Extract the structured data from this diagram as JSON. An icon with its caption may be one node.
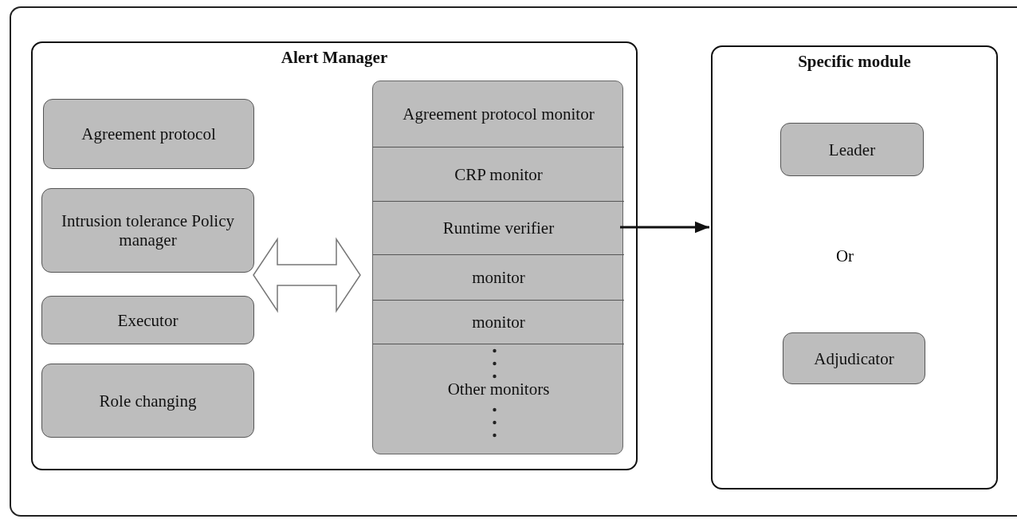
{
  "diagram": {
    "nodes": [
      {
        "text": [],
        "shape": "box"
      },
      {
        "text": [
          "Alert Manager"
        ],
        "in": 0
      },
      {
        "text": [
          "Agreement protocol"
        ],
        "in": 1
      },
      {
        "text": [
          "Intrusion tolerance Policy manager"
        ],
        "in": 1
      },
      {
        "text": [
          "Executor"
        ],
        "in": 1
      },
      {
        "text": [
          "Role changing"
        ],
        "in": 1
      },
      {
        "text": [],
        "shape": "box",
        "in": 1
      },
      {
        "text": [
          "Agreement protocol monitor"
        ],
        "in": 6
      },
      {
        "text": [
          "CRP monitor"
        ],
        "in": 6
      },
      {
        "text": [
          "Runtime verifier"
        ],
        "in": 6
      },
      {
        "text": [
          "monitor"
        ],
        "in": 6
      },
      {
        "text": [
          "monitor"
        ],
        "in": 6
      },
      {
        "text": [
          "Other monitors"
        ],
        "in": 6
      },
      {
        "text": [
          "Specific module"
        ],
        "in": 0
      },
      {
        "text": [
          "Leader"
        ],
        "in": 13
      },
      {
        "text": [
          "Adjudicator"
        ],
        "in": 13
      }
    ],
    "edges": [
      {
        "from": 3,
        "to": 6,
        "arrow": "both",
        "style": "thick"
      },
      {
        "from": 9,
        "to": 13,
        "arrow": "to"
      }
    ],
    "labels": [
      "Or"
    ]
  }
}
